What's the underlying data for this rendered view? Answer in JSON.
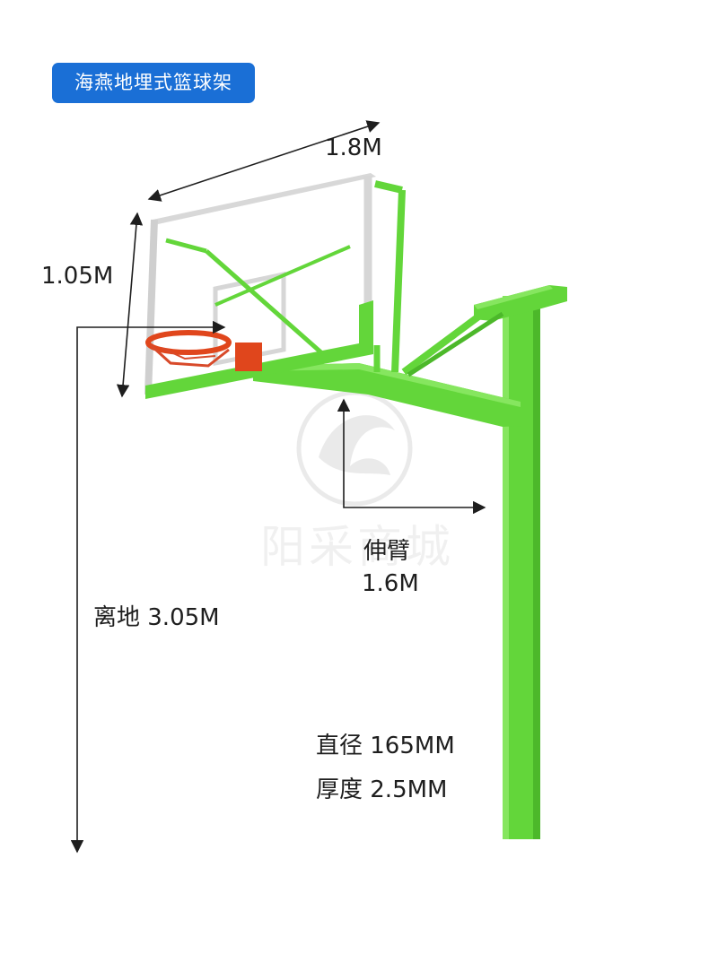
{
  "badge": {
    "title": "海燕地埋式篮球架"
  },
  "dimensions": {
    "backboard_width": "1.8M",
    "backboard_height": "1.05M",
    "rim_height_from_ground": "离地 3.05M",
    "arm_title": "伸臂",
    "arm_length": "1.6M",
    "pole_diameter": "直径 165MM",
    "pole_thickness": "厚度 2.5MM"
  },
  "watermark": "阳采商城",
  "colors": {
    "badge": "#1a6fd6",
    "steel_green": "#63d63a",
    "rim": "#e0461c",
    "backboard_frame": "#d8d8d8",
    "dimension_line": "#1e1e1e"
  }
}
